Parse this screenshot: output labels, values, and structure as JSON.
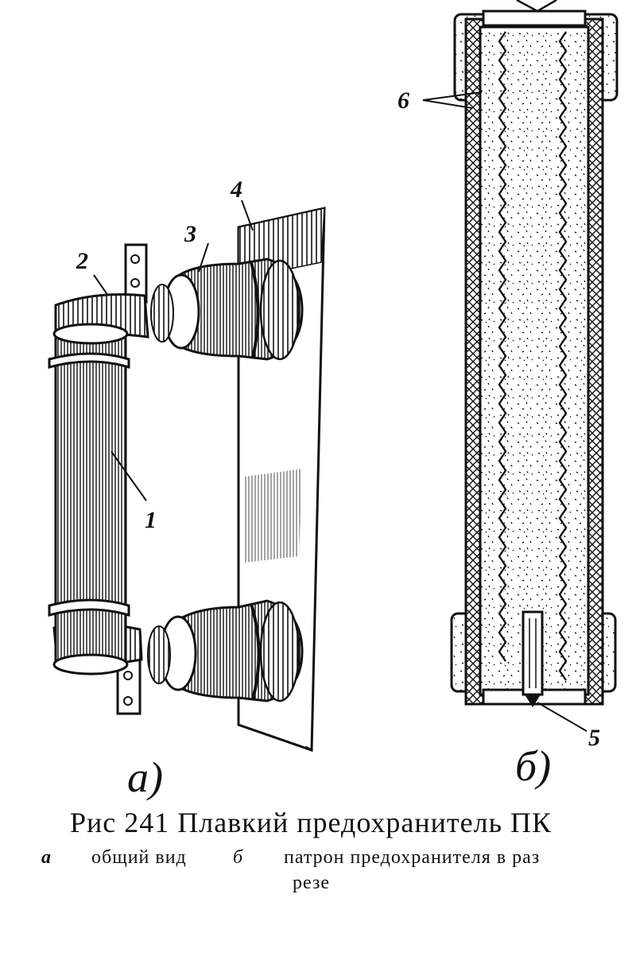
{
  "callouts": {
    "n1": "1",
    "n2": "2",
    "n3": "3",
    "n4": "4",
    "n5": "5",
    "n6": "6"
  },
  "subfigures": {
    "a": "а)",
    "b": "б)"
  },
  "caption": {
    "title": "Рис 241 Плавкий предохранитель ПК",
    "legend_a_letter": "а",
    "legend_a_text": "общий вид",
    "legend_b_letter": "б",
    "legend_b_text_line1": "патрон предохранителя в раз",
    "legend_b_text_line2": "резе"
  },
  "colors": {
    "ink": "#111111",
    "paper": "#ffffff"
  }
}
